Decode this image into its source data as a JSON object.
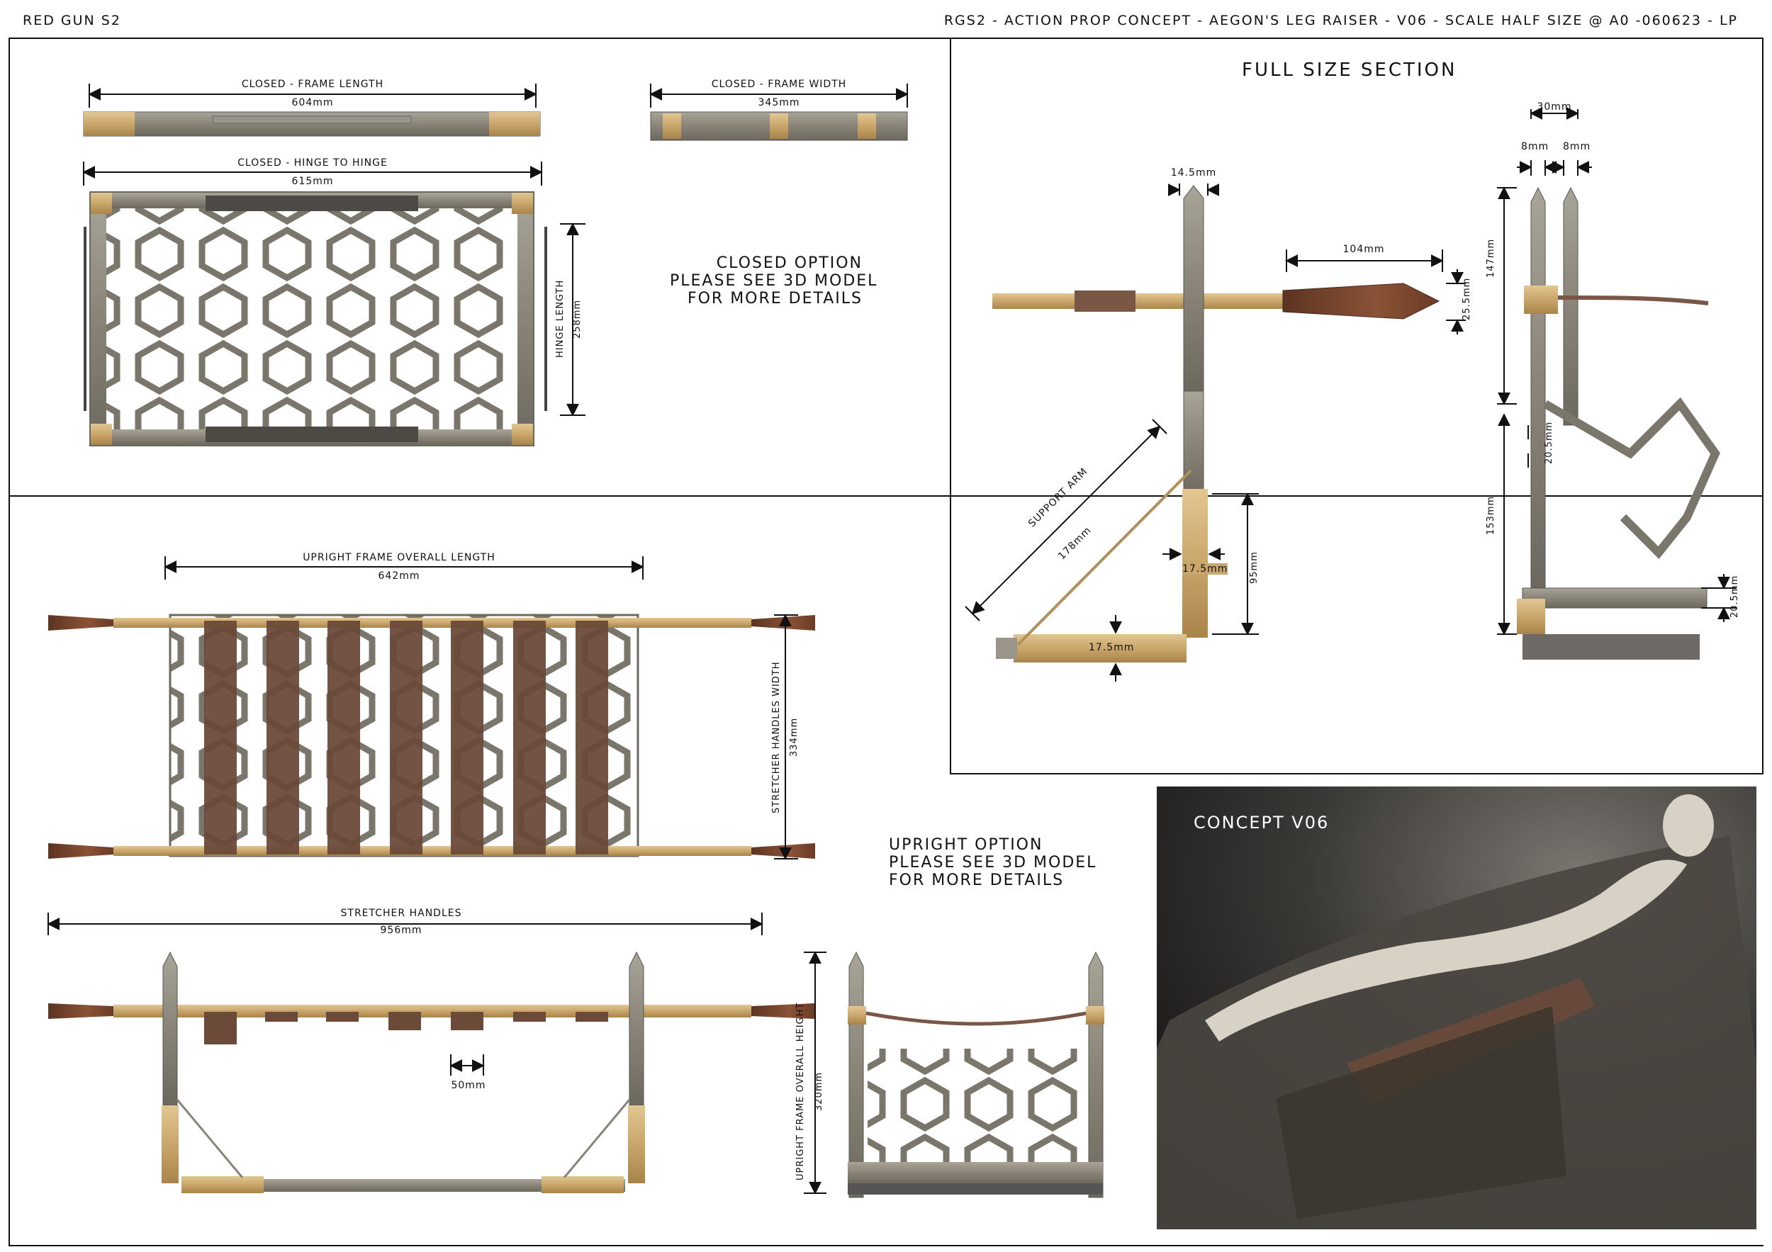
{
  "header": {
    "left": "RED GUN S2",
    "right": "RGS2 - ACTION PROP CONCEPT - AEGON'S LEG RAISER - V06 - SCALE HALF SIZE @ A0 -060623 - LP"
  },
  "closed_panel": {
    "frame_length": {
      "label": "CLOSED - FRAME LENGTH",
      "value": "604mm"
    },
    "frame_width": {
      "label": "CLOSED - FRAME WIDTH",
      "value": "345mm"
    },
    "hinge_to_hinge": {
      "label": "CLOSED - HINGE TO HINGE",
      "value": "615mm"
    },
    "hinge_length": {
      "label": "HINGE LENGTH",
      "value": "258mm"
    },
    "note": "CLOSED OPTION\nPLEASE SEE 3D MODEL\nFOR MORE DETAILS"
  },
  "section_panel": {
    "title": "FULL SIZE SECTION",
    "dims": {
      "w14_5": "14.5mm",
      "w104": "104mm",
      "h25_5": "25.5mm",
      "support_arm_label": "SUPPORT ARM",
      "support_arm_value": "178mm",
      "w17_5_a": "17.5mm",
      "h95": "95mm",
      "w17_5_b": "17.5mm",
      "w30": "30mm",
      "w8_a": "8mm",
      "w8_b": "8mm",
      "h147": "147mm",
      "h20_5_a": "20.5mm",
      "h153": "153mm",
      "h20_5_b": "20.5mm"
    }
  },
  "upright_panel": {
    "overall_length": {
      "label": "UPRIGHT FRAME OVERALL LENGTH",
      "value": "642mm"
    },
    "handles_width": {
      "label": "STRETCHER HANDLES WIDTH",
      "value": "334mm"
    },
    "stretcher_handles": {
      "label": "STRETCHER HANDLES",
      "value": "956mm"
    },
    "strap_width": "50mm",
    "overall_height": {
      "label": "UPRIGHT FRAME OVERALL  HEIGHT",
      "value": "320mm"
    },
    "note": "UPRIGHT OPTION\nPLEASE SEE 3D MODEL\nFOR MORE DETAILS"
  },
  "concept": {
    "label": "CONCEPT V06"
  },
  "colors": {
    "brass": "#c9a66b",
    "steel": "#8a8478",
    "leather": "#6b4a3a",
    "wood": "#7a4a32",
    "ink": "#111111"
  }
}
